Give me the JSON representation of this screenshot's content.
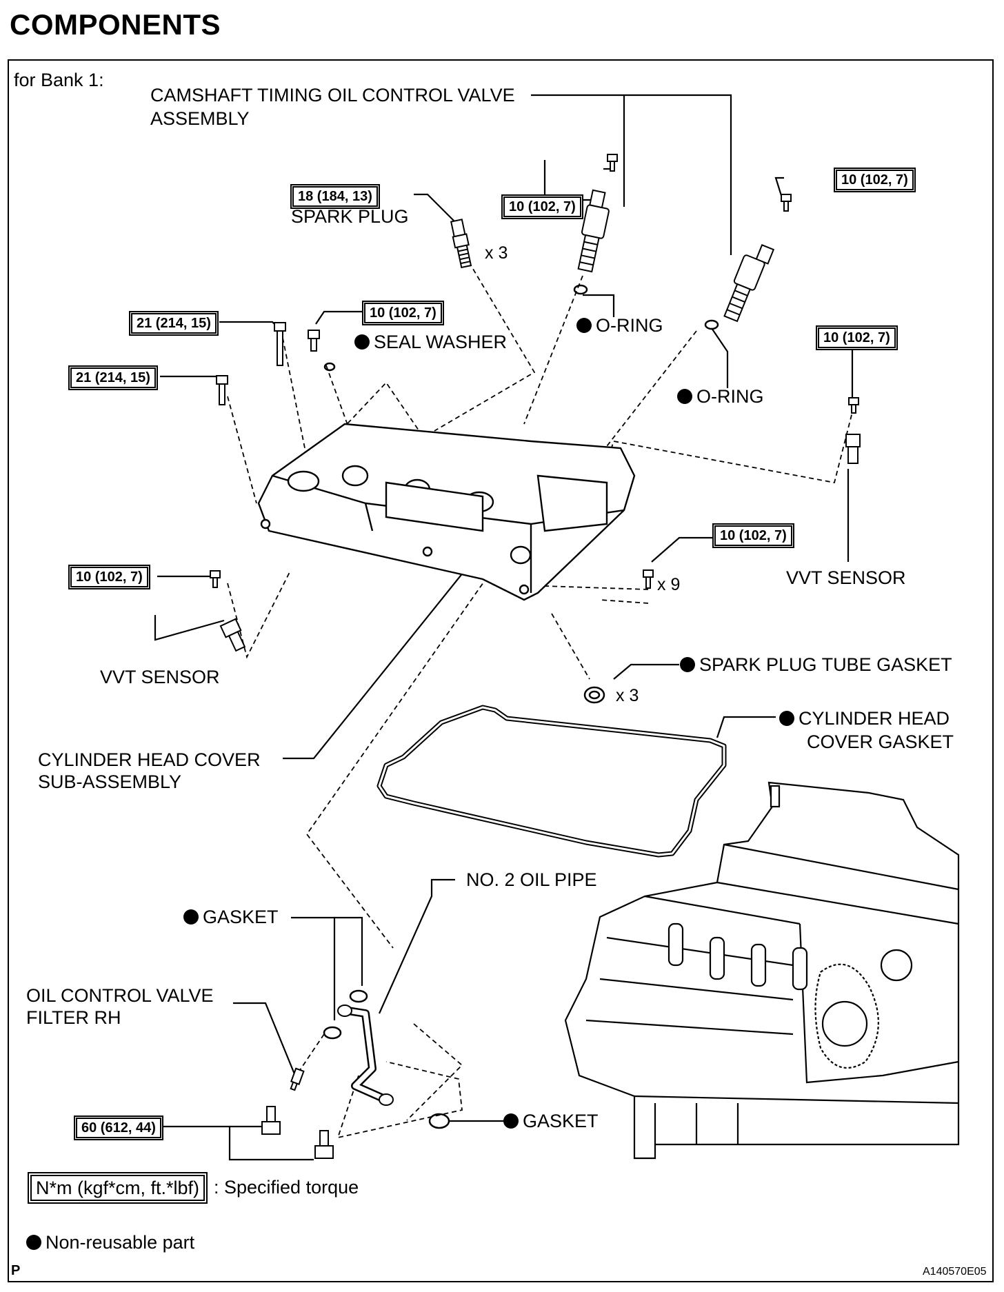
{
  "page": {
    "heading": "COMPONENTS",
    "bank_label": "for Bank 1:",
    "footer_left": "P",
    "footer_code": "A140570E05"
  },
  "torque_boxes": {
    "valve_bolt_left": "10 (102, 7)",
    "valve_bolt_right": "10 (102, 7)",
    "spark_plug": "18 (184, 13)",
    "bolt_21_upper": "21 (214, 15)",
    "bolt_21_lower": "21 (214, 15)",
    "seal_washer_bolt": "10 (102, 7)",
    "vvt_right_bolt": "10 (102, 7)",
    "cover_bolts": "10 (102, 7)",
    "vvt_left_bolt": "10 (102, 7)",
    "union_bolt": "60 (612, 44)"
  },
  "labels": {
    "camshaft_valve": "CAMSHAFT TIMING OIL CONTROL VALVE",
    "camshaft_valve_2": "ASSEMBLY",
    "spark_plug": "SPARK PLUG",
    "seal_washer": "SEAL WASHER",
    "o_ring_1": "O-RING",
    "o_ring_2": "O-RING",
    "vvt_sensor_right": "VVT SENSOR",
    "vvt_sensor_left": "VVT SENSOR",
    "spark_plug_tube_gasket": "SPARK PLUG TUBE GASKET",
    "cyl_head_cover_gasket_1": "CYLINDER HEAD",
    "cyl_head_cover_gasket_2": "COVER GASKET",
    "cyl_head_cover_sub_1": "CYLINDER HEAD COVER",
    "cyl_head_cover_sub_2": "SUB-ASSEMBLY",
    "no2_oil_pipe": "NO. 2 OIL PIPE",
    "gasket_upper": "GASKET",
    "gasket_lower": "GASKET",
    "ocv_filter_1": "OIL CONTROL VALVE",
    "ocv_filter_2": "FILTER RH"
  },
  "multipliers": {
    "spark_plug": "x 3",
    "cover_bolts": "x 9",
    "tube_gasket": "x 3"
  },
  "legend": {
    "torque_unit": "N*m (kgf*cm, ft.*lbf)",
    "torque_desc": ": Specified torque",
    "non_reusable": "Non-reusable part"
  }
}
